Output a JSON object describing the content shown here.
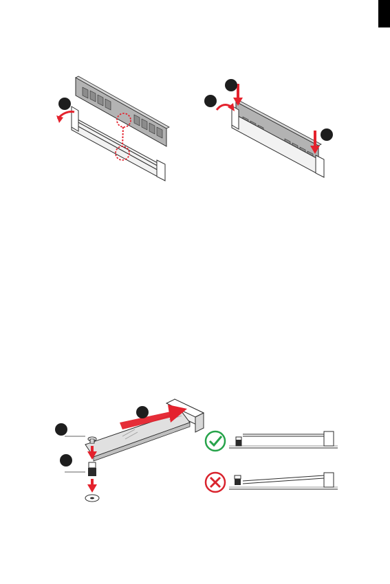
{
  "colors": {
    "accent": "#e4222d",
    "ok": "#26a34a",
    "bad": "#d9232d",
    "line": "#2b2b2b",
    "module_fill": "#b3b3b3",
    "board_fill": "#e0e0e0",
    "marker": "#1e1e1e"
  },
  "figures": {
    "dimm_step_release": {
      "icon": "dimm-latch-open-illustration",
      "step_markers": [
        "",
        ""
      ]
    },
    "dimm_step_insert": {
      "icon": "dimm-press-down-illustration",
      "step_markers": [
        "",
        "",
        ""
      ]
    },
    "m2_install": {
      "icon": "m2-ssd-screw-install-illustration",
      "step_markers": [
        "",
        "",
        ""
      ]
    },
    "m2_correct": {
      "icon": "check-icon"
    },
    "m2_wrong": {
      "icon": "cross-icon"
    }
  }
}
